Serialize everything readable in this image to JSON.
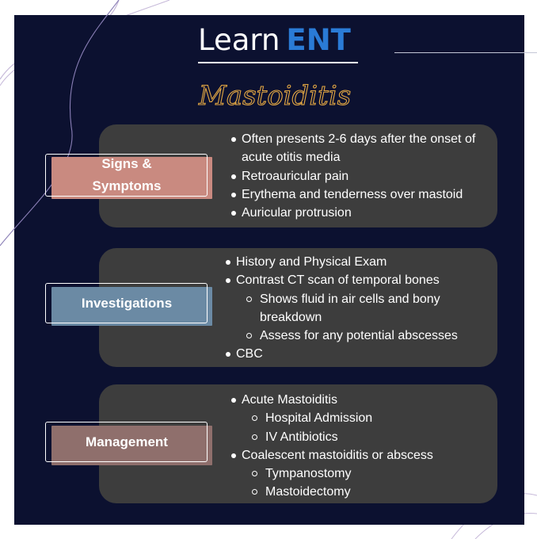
{
  "brand": {
    "learn": "Learn",
    "ent": "ENT"
  },
  "title": "Mastoiditis",
  "colors": {
    "panel_bg": "#0c1130",
    "card_bg": "#3d3d3d",
    "brand_accent": "#2a7bd6",
    "title_gold": "#e3a743",
    "signs_label": "#c98a80",
    "investigations_label": "#6b8aa4",
    "management_label": "#8f6f6c"
  },
  "sections": [
    {
      "label_line1": "Signs &",
      "label_line2": "Symptoms",
      "items": [
        {
          "text": "Often presents 2-6 days after the onset of acute otitis media",
          "level": 1
        },
        {
          "text": "Retroauricular pain",
          "level": 1
        },
        {
          "text": "Erythema and tenderness over mastoid",
          "level": 1
        },
        {
          "text": "Auricular protrusion",
          "level": 1
        }
      ]
    },
    {
      "label": "Investigations",
      "items": [
        {
          "text": "History and Physical Exam",
          "level": 1
        },
        {
          "text": "Contrast CT scan of temporal bones",
          "level": 1
        },
        {
          "text": "Shows fluid in air cells and bony breakdown",
          "level": 2
        },
        {
          "text": "Assess for any potential abscesses",
          "level": 2
        },
        {
          "text": "CBC",
          "level": 1
        }
      ]
    },
    {
      "label": "Management",
      "items": [
        {
          "text": "Acute Mastoiditis",
          "level": 1
        },
        {
          "text": "Hospital Admission",
          "level": 2
        },
        {
          "text": "IV Antibiotics",
          "level": 2
        },
        {
          "text": "Coalescent mastoiditis or abscess",
          "level": 1
        },
        {
          "text": "Tympanostomy",
          "level": 2
        },
        {
          "text": "Mastoidectomy",
          "level": 2
        }
      ]
    }
  ]
}
